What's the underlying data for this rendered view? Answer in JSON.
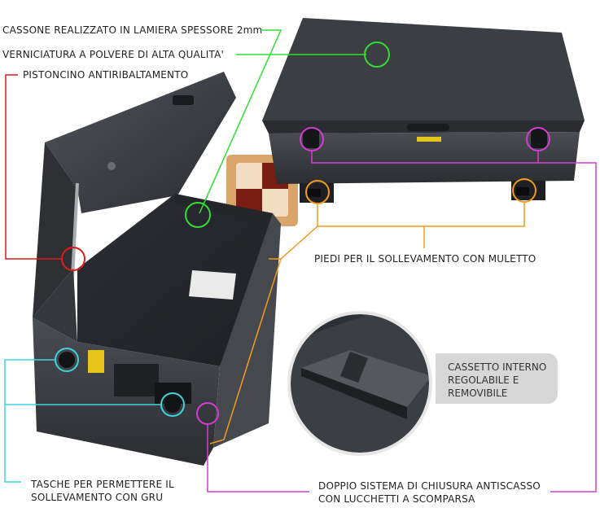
{
  "labels": {
    "sheet_thickness": "CASSONE REALIZZATO IN LAMIERA SPESSORE 2mm",
    "powder_coating": "VERNICIATURA A POLVERE DI ALTA QUALITA'",
    "anti_tip_piston": "PISTONCINO ANTIRIBALTAMENTO",
    "forklift_feet": "PIEDI PER IL SOLLEVAMENTO CON MULETTO",
    "drawer_lines": [
      "CASSETTO INTERNO",
      "REGOLABILE E",
      "REMOVIBILE"
    ],
    "crane_pockets_lines": [
      "TASCHE PER PERMETTERE IL",
      "SOLLEVAMENTO CON GRU"
    ],
    "locking_lines": [
      "DOPPIO SISTEMA DI CHIUSURA ANTISCASSO",
      "CON LUCCHETTI A SCOMPARSA"
    ]
  },
  "colors": {
    "green": "#33dd33",
    "red": "#e11a1a",
    "orange": "#f29a1c",
    "cyan": "#3fd3de",
    "magenta": "#d23ed2",
    "steel": "#3a3d42",
    "callout_bg": "#d7d7d7"
  }
}
